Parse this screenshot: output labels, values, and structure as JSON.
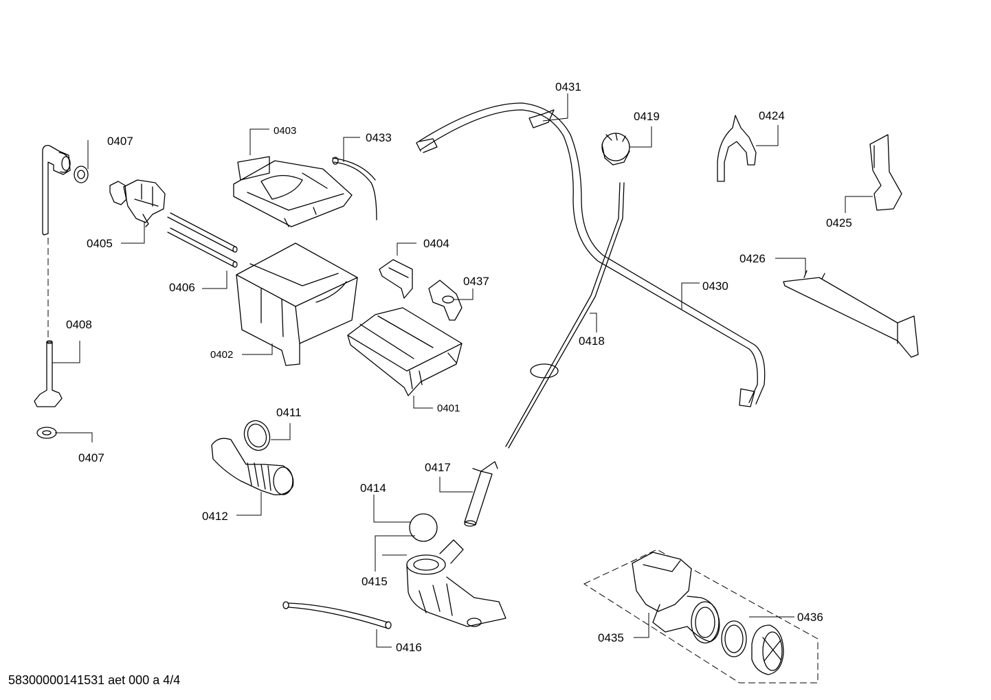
{
  "labels": {
    "p0401": "0401",
    "p0402": "0402",
    "p0403": "0403",
    "p0404": "0404",
    "p0405": "0405",
    "p0406": "0406",
    "p0407a": "0407",
    "p0407b": "0407",
    "p0408": "0408",
    "p0411": "0411",
    "p0412": "0412",
    "p0414": "0414",
    "p0415": "0415",
    "p0416": "0416",
    "p0417": "0417",
    "p0418": "0418",
    "p0419": "0419",
    "p0424": "0424",
    "p0425": "0425",
    "p0426": "0426",
    "p0430": "0430",
    "p0431": "0431",
    "p0433": "0433",
    "p0435": "0435",
    "p0436": "0436",
    "p0437": "0437"
  },
  "footer": "58300000141531 aet 000 a 4/4"
}
